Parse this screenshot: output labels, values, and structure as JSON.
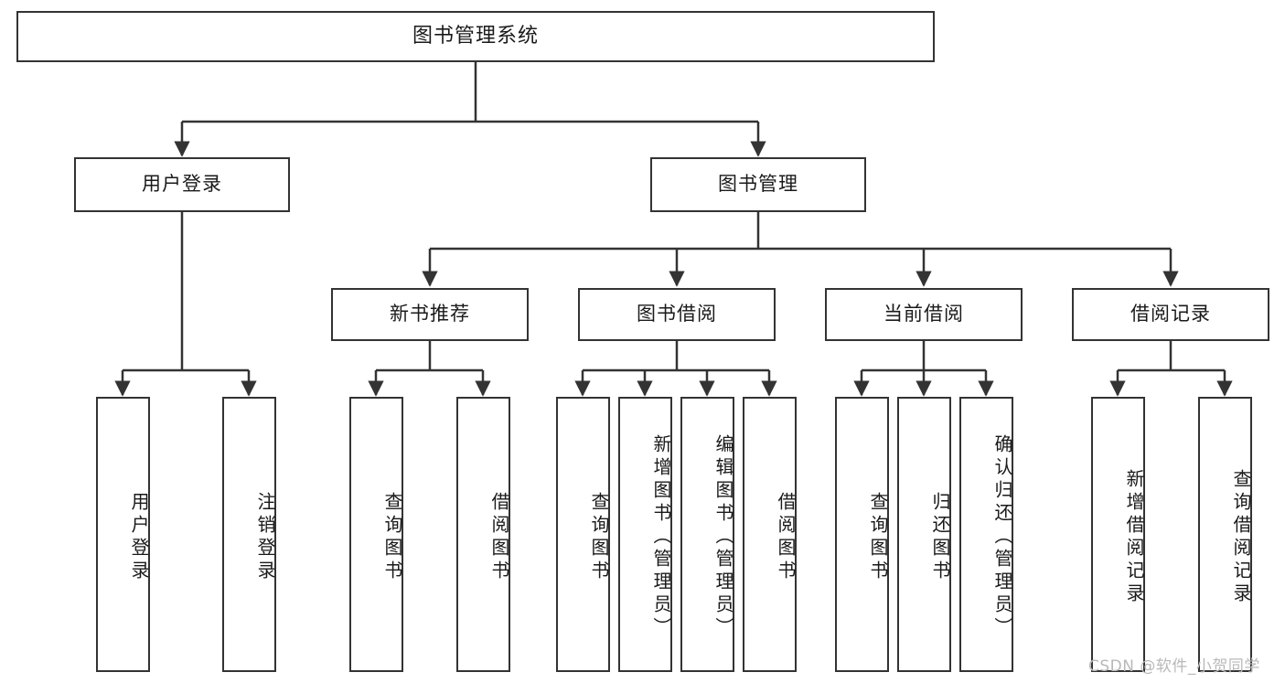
{
  "diagram": {
    "type": "hierarchy-tree",
    "title": "图书管理系统",
    "watermark": "CSDN @软件_小贺同学",
    "colors": {
      "stroke": "#333333",
      "fill": "#ffffff",
      "text": "#1a1a1a",
      "watermark": "#b9b9b9"
    },
    "root": {
      "label": "图书管理系统"
    },
    "level2": [
      {
        "label": "用户登录"
      },
      {
        "label": "图书管理"
      }
    ],
    "level3": [
      {
        "label": "新书推荐"
      },
      {
        "label": "图书借阅"
      },
      {
        "label": "当前借阅"
      },
      {
        "label": "借阅记录"
      }
    ],
    "leaves": {
      "user_login": [
        {
          "label": "用户登录"
        },
        {
          "label": "注销登录"
        }
      ],
      "new_book_recommend": [
        {
          "label": "查询图书"
        },
        {
          "label": "借阅图书"
        }
      ],
      "book_borrow": [
        {
          "label": "查询图书"
        },
        {
          "label": "新增图书（管理员）"
        },
        {
          "label": "编辑图书（管理员）"
        },
        {
          "label": "借阅图书"
        }
      ],
      "current_borrow": [
        {
          "label": "查询图书"
        },
        {
          "label": "归还图书"
        },
        {
          "label": "确认归还（管理员）"
        }
      ],
      "borrow_record": [
        {
          "label": "新增借阅记录"
        },
        {
          "label": "查询借阅记录"
        }
      ]
    }
  }
}
